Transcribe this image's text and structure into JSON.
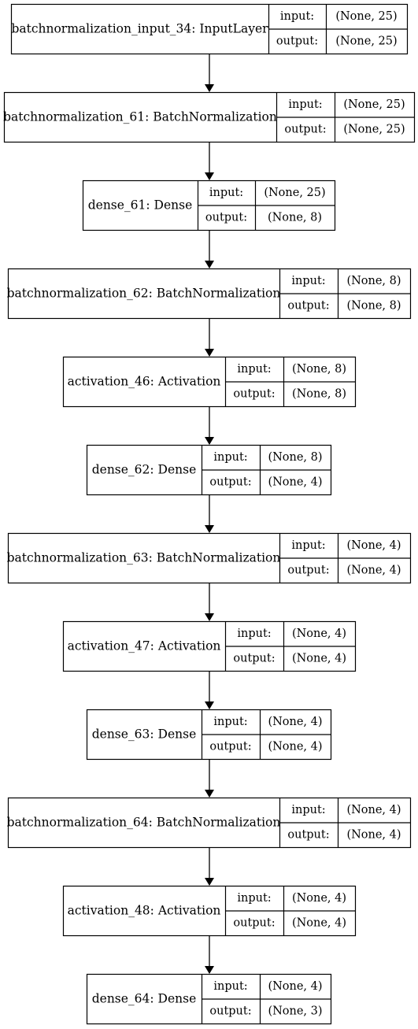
{
  "diagram": {
    "type": "keras-model-graph",
    "port_labels": {
      "input": "input:",
      "output": "output:"
    },
    "layers": [
      {
        "name": "batchnormalization_input_34: InputLayer",
        "input": "(None, 25)",
        "output": "(None, 25)"
      },
      {
        "name": "batchnormalization_61: BatchNormalization",
        "input": "(None, 25)",
        "output": "(None, 25)"
      },
      {
        "name": "dense_61: Dense",
        "input": "(None, 25)",
        "output": "(None, 8)"
      },
      {
        "name": "batchnormalization_62: BatchNormalization",
        "input": "(None, 8)",
        "output": "(None, 8)"
      },
      {
        "name": "activation_46: Activation",
        "input": "(None, 8)",
        "output": "(None, 8)"
      },
      {
        "name": "dense_62: Dense",
        "input": "(None, 8)",
        "output": "(None, 4)"
      },
      {
        "name": "batchnormalization_63: BatchNormalization",
        "input": "(None, 4)",
        "output": "(None, 4)"
      },
      {
        "name": "activation_47: Activation",
        "input": "(None, 4)",
        "output": "(None, 4)"
      },
      {
        "name": "dense_63: Dense",
        "input": "(None, 4)",
        "output": "(None, 4)"
      },
      {
        "name": "batchnormalization_64: BatchNormalization",
        "input": "(None, 4)",
        "output": "(None, 4)"
      },
      {
        "name": "activation_48: Activation",
        "input": "(None, 4)",
        "output": "(None, 4)"
      },
      {
        "name": "dense_64: Dense",
        "input": "(None, 4)",
        "output": "(None, 3)"
      }
    ]
  }
}
